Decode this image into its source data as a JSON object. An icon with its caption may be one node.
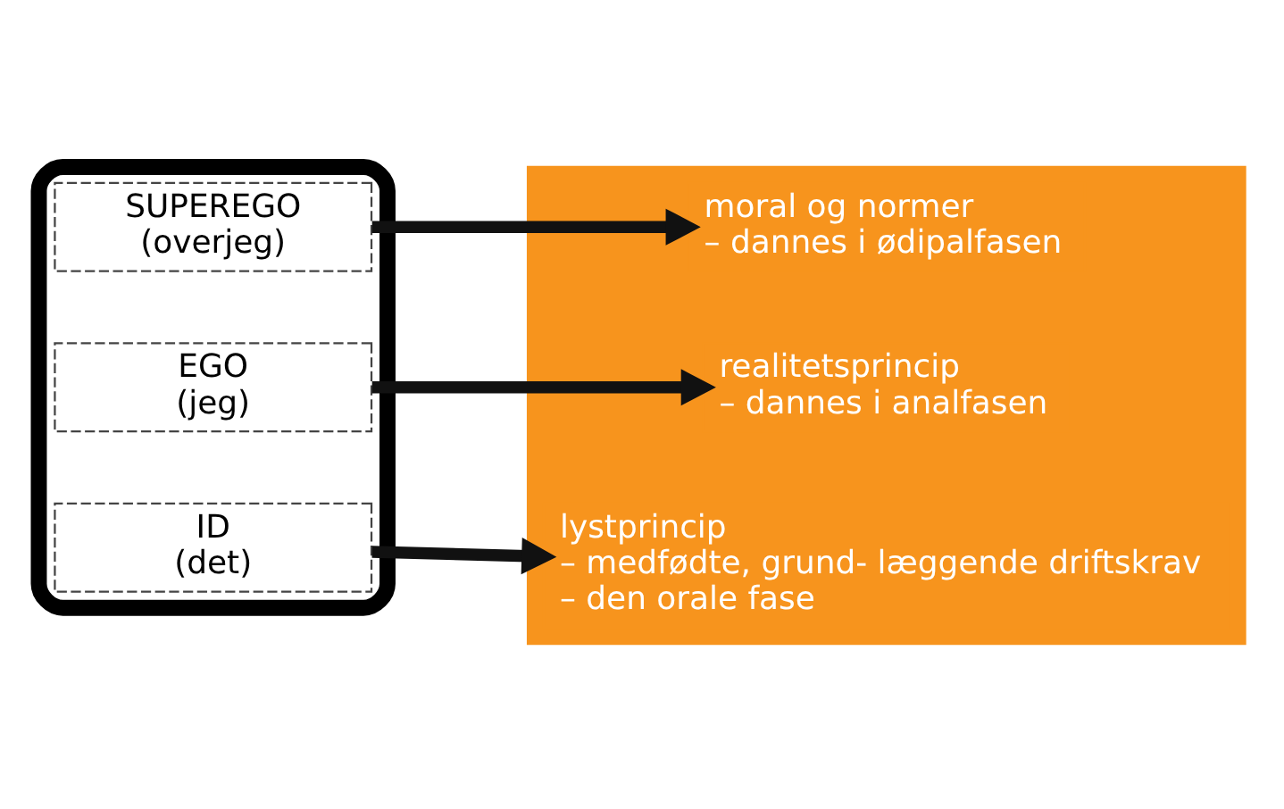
{
  "diagram": {
    "nodes": [
      {
        "text": [],
        "shape": "ellipse"
      },
      {
        "text": [
          "SUPEREGO",
          "(overjeg)"
        ],
        "in": 0
      },
      {
        "text": [
          "EGO",
          "(jeg)"
        ],
        "in": 0
      },
      {
        "text": [
          "ID",
          "(det)"
        ],
        "in": 0
      },
      {
        "text": [],
        "shape": "box"
      },
      {
        "text": [
          "moral og normer",
          "– dannes i ødipalfasen"
        ],
        "in": 4
      },
      {
        "text": [
          "realitetsprincip",
          "– dannes i analfasen"
        ],
        "in": 4
      },
      {
        "text": [
          "lystprincip",
          "– medfødte, grund- læggende driftskrav",
          "– den orale fase"
        ],
        "in": 4
      }
    ],
    "edges": [
      {
        "from": 1,
        "to": 5,
        "arrow": "to"
      },
      {
        "from": 2,
        "to": 6,
        "arrow": "to"
      },
      {
        "from": 3,
        "to": 7,
        "arrow": "to"
      }
    ]
  }
}
